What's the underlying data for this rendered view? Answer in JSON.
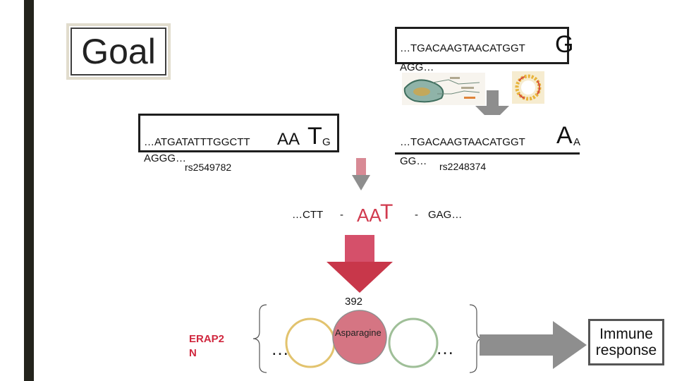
{
  "goal": {
    "label": "Goal"
  },
  "top_right": {
    "sequence_prefix": "…TGACAAGTAACATGGT",
    "variant_letter": "G",
    "sequence_suffix": "AGG…"
  },
  "left_seq": {
    "sequence_prefix": "…ATGATATTTGGCTT",
    "codon_start": "AA",
    "variant_letter": "T",
    "trailing": "G",
    "second_line": "AGGG…",
    "snp_id": "rs2549782"
  },
  "right_seq": {
    "sequence_prefix": "…TGACAAGTAACATGGT",
    "variant_letter": "A",
    "trailing": "A",
    "second_line": "GG…",
    "snp_id": "rs2248374"
  },
  "middle": {
    "left_part": "…CTT",
    "dash1": "-",
    "codon_prefix": "AA",
    "codon_variant": "T",
    "dash2": "-",
    "right_part": "GAG…"
  },
  "protein": {
    "position": "392",
    "residue_label": "Asparagine",
    "gene_label_line1": "ERAP2",
    "gene_label_line2": "N",
    "left_ellipsis": "…",
    "right_ellipsis": "…",
    "colors": {
      "circle_left": "#e2c36e",
      "circle_center_fill": "#d57583",
      "circle_right": "#9fbf98",
      "red_arrow": "#c8374a",
      "grey_arrow": "#8e8e8e"
    }
  },
  "outcome": {
    "line1": "Immune",
    "line2": "response"
  },
  "icons": [
    "cell-diagram-icon",
    "plasmid-icon"
  ]
}
